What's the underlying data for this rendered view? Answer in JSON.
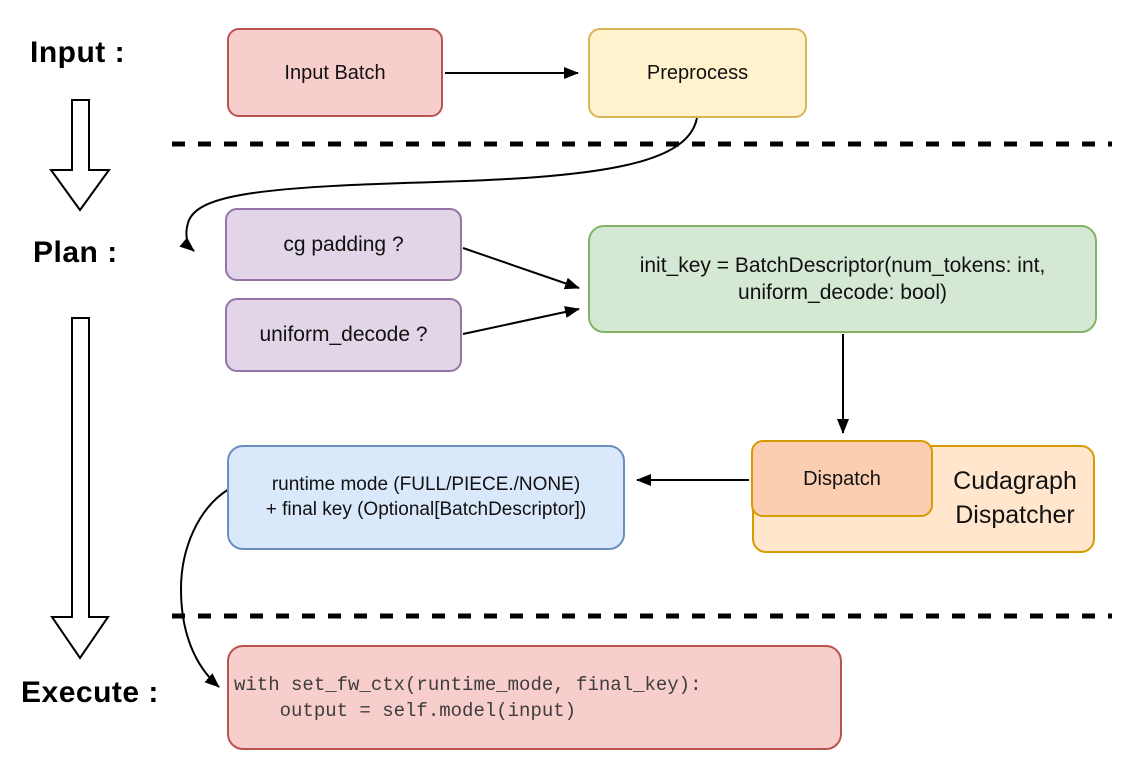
{
  "stages": {
    "input": "Input :",
    "plan": "Plan :",
    "execute": "Execute :"
  },
  "nodes": {
    "input_batch": {
      "label": "Input Batch",
      "fill": "#f8cecc",
      "stroke": "#b85450"
    },
    "preprocess": {
      "label": "Preprocess",
      "fill": "#fff2cc",
      "stroke": "#d6b656"
    },
    "cg_padding": {
      "label": "cg padding ?",
      "fill": "#e1d5e7",
      "stroke": "#9673a6"
    },
    "uniform_decode": {
      "label": "uniform_decode ?",
      "fill": "#e1d5e7",
      "stroke": "#9673a6"
    },
    "init_key": {
      "line1": "init_key = BatchDescriptor(num_tokens: int,",
      "line2": "uniform_decode: bool)",
      "fill": "#d5e8d4",
      "stroke": "#82b366"
    },
    "runtime_mode": {
      "line1": "runtime mode (FULL/PIECE./NONE)",
      "line2": "+ final key (Optional[BatchDescriptor])",
      "fill": "#dae8fc",
      "stroke": "#6c8ebf"
    },
    "dispatch": {
      "label": "Dispatch",
      "fill": "#fbceb1",
      "stroke": "#d79b00"
    },
    "cudagraph_dispatcher": {
      "line1": "Cudagraph",
      "line2": "Dispatcher",
      "fill": "#ffe6cc",
      "stroke": "#d79b00"
    },
    "execute_code": {
      "line1": "with set_fw_ctx(runtime_mode, final_key):",
      "line2": "    output = self.model(input)",
      "fill": "#f8cecc",
      "stroke": "#b85450",
      "text_color": "#3d3d3d"
    }
  },
  "connector_color": "#000000"
}
